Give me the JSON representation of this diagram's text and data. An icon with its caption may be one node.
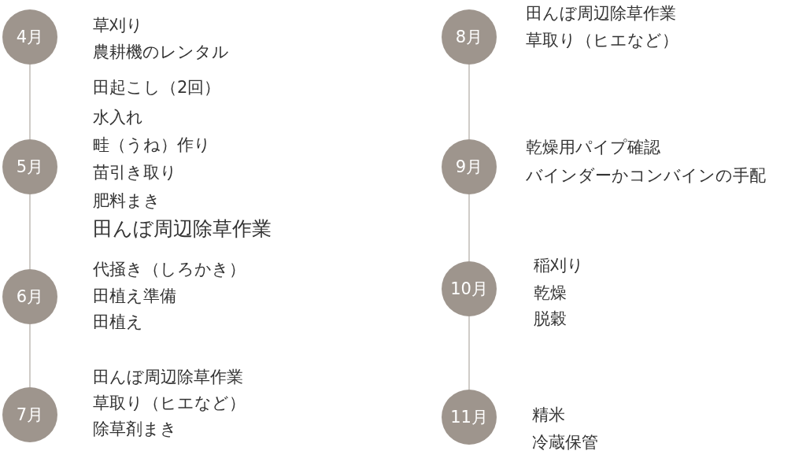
{
  "diagram": {
    "nodes": [
      {
        "text": [
          "4月"
        ],
        "beside": [
          "草刈り",
          "農耕機のレンタル"
        ]
      },
      {
        "text": [
          "5月"
        ],
        "beside": [
          "田起こし（2回）",
          "水入れ",
          "畦（うね）作り",
          "苗引き取り",
          "肥料まき",
          "田んぼ周辺除草作業"
        ]
      },
      {
        "text": [
          "6月"
        ],
        "beside": [
          "代掻き（しろかき）",
          "田植え準備",
          "田植え"
        ]
      },
      {
        "text": [
          "7月"
        ],
        "beside": [
          "田んぼ周辺除草作業",
          "草取り（ヒエなど）",
          "除草剤まき"
        ]
      },
      {
        "text": [
          "8月"
        ],
        "beside": [
          "田んぼ周辺除草作業",
          "草取り（ヒエなど）"
        ]
      },
      {
        "text": [
          "9月"
        ],
        "beside": [
          "乾燥用パイプ確認",
          "バインダーかコンバインの手配"
        ]
      },
      {
        "text": [
          "10月"
        ],
        "beside": [
          "稲刈り",
          "乾燥",
          "脱穀"
        ]
      },
      {
        "text": [
          "11月"
        ],
        "beside": [
          "精米",
          "冷蔵保管"
        ]
      }
    ],
    "edges": [
      {
        "from": 0,
        "to": 1,
        "arrow": "none"
      },
      {
        "from": 1,
        "to": 2,
        "arrow": "none"
      },
      {
        "from": 2,
        "to": 3,
        "arrow": "none"
      },
      {
        "from": 4,
        "to": 5,
        "arrow": "none"
      },
      {
        "from": 5,
        "to": 6,
        "arrow": "none"
      },
      {
        "from": 6,
        "to": 7,
        "arrow": "none"
      }
    ]
  }
}
